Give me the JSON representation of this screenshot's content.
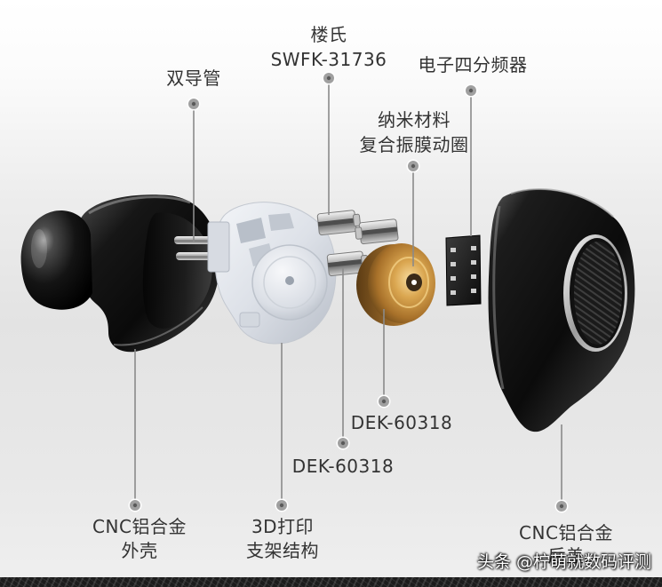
{
  "callouts": {
    "balanced_armature": {
      "line1": "楼氏",
      "line2": "SWFK-31736"
    },
    "dual_tube": {
      "line1": "双导管"
    },
    "crossover": {
      "line1": "电子四分频器"
    },
    "dynamic_driver": {
      "line1": "纳米材料",
      "line2": "复合振膜动圈"
    },
    "dek_upper": {
      "line1": "DEK-60318"
    },
    "dek_lower": {
      "line1": "DEK-60318"
    },
    "front_shell": {
      "line1": "CNC铝合金",
      "line2": "外壳"
    },
    "bracket": {
      "line1": "3D打印",
      "line2": "支架结构"
    },
    "back_cover": {
      "line1": "CNC铝合金",
      "line2": "后盖"
    }
  },
  "watermark": {
    "text": "头条 @柠萌就数码评测"
  },
  "colors": {
    "label_text": "#333333",
    "leader_line": "#8a8a8a",
    "marker": "#a0a0a0",
    "shell": "#111111",
    "bracket": "#dfe3ea",
    "driver_gold": "#c8923a"
  }
}
